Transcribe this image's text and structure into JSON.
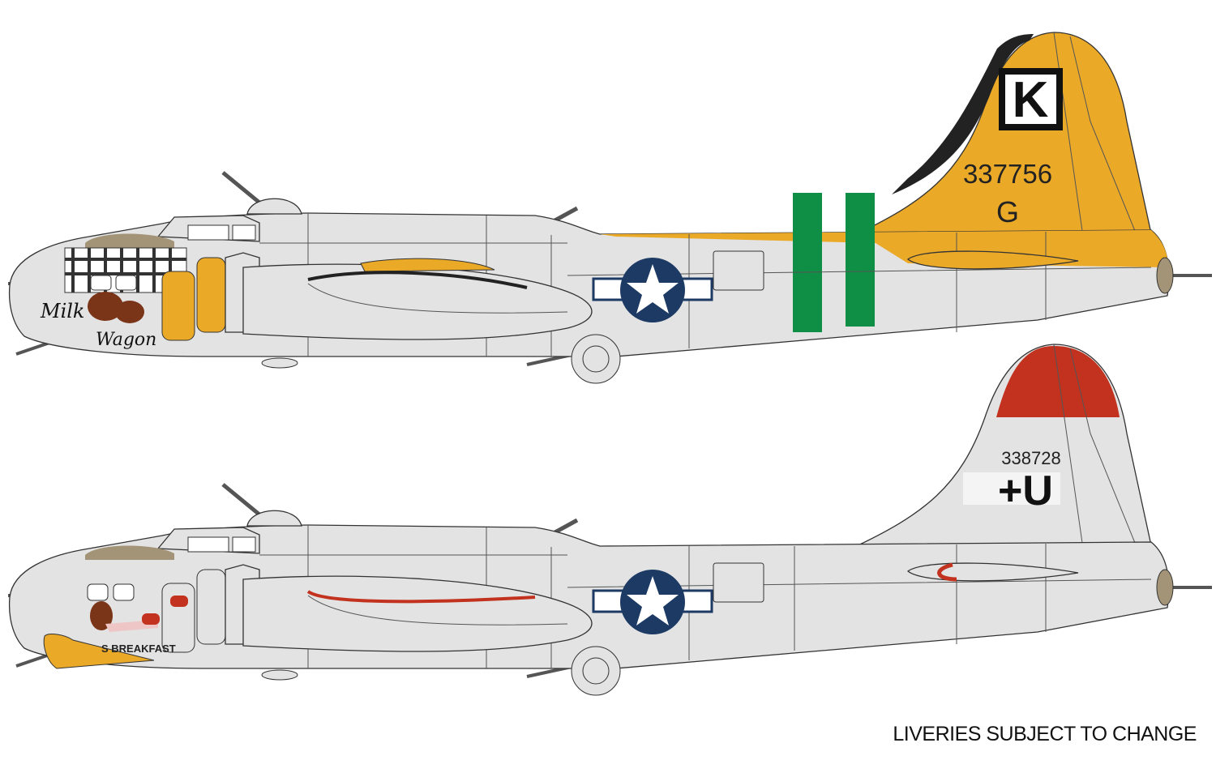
{
  "colors": {
    "background": "#ffffff",
    "aluminium": "#e3e3e3",
    "yellow": "#eba928",
    "green": "#0f8f45",
    "navy": "#1c3a64",
    "red": "#c2321f",
    "olive": "#a39477",
    "brown": "#7a3417"
  },
  "aircraft": [
    {
      "tail_letter": "K",
      "serial": "337756",
      "sub_code": "G",
      "nose_art": {
        "line1": "Milk",
        "line2": "Wagon"
      }
    },
    {
      "serial": "338728",
      "code": "+U",
      "nose_art": {
        "text": "S BREAKFAST"
      }
    }
  ],
  "caption": "LIVERIES SUBJECT TO CHANGE"
}
